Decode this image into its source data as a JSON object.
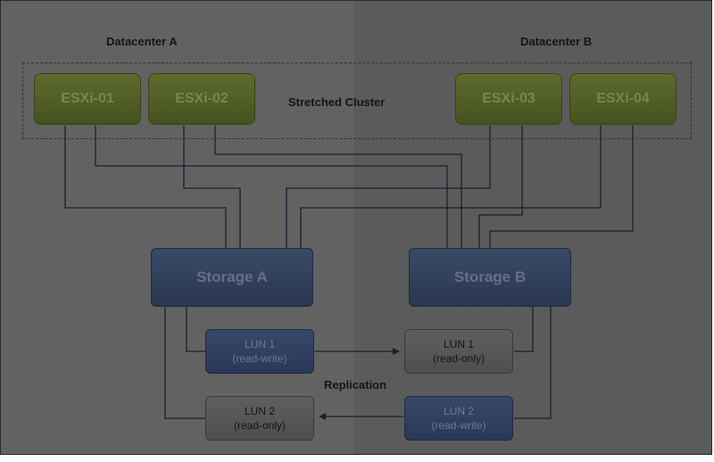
{
  "datacenters": {
    "a_label": "Datacenter A",
    "b_label": "Datacenter B"
  },
  "cluster": {
    "label": "Stretched Cluster"
  },
  "hosts": [
    {
      "label": "ESXi-01"
    },
    {
      "label": "ESXi-02"
    },
    {
      "label": "ESXi-03"
    },
    {
      "label": "ESXi-04"
    }
  ],
  "storage": {
    "a_label": "Storage A",
    "b_label": "Storage B"
  },
  "luns": {
    "a1": {
      "name": "LUN 1",
      "mode": "(read-write)"
    },
    "b1": {
      "name": "LUN 1",
      "mode": "(read-only)"
    },
    "a2": {
      "name": "LUN 2",
      "mode": "(read-only)"
    },
    "b2": {
      "name": "LUN 2",
      "mode": "(read-write)"
    }
  },
  "replication": {
    "label": "Replication"
  },
  "colors": {
    "line": "#1a1f2c",
    "host_fill": "#55612a",
    "storage_fill": "#2f3d5a",
    "overlay_gray": "#606060"
  }
}
